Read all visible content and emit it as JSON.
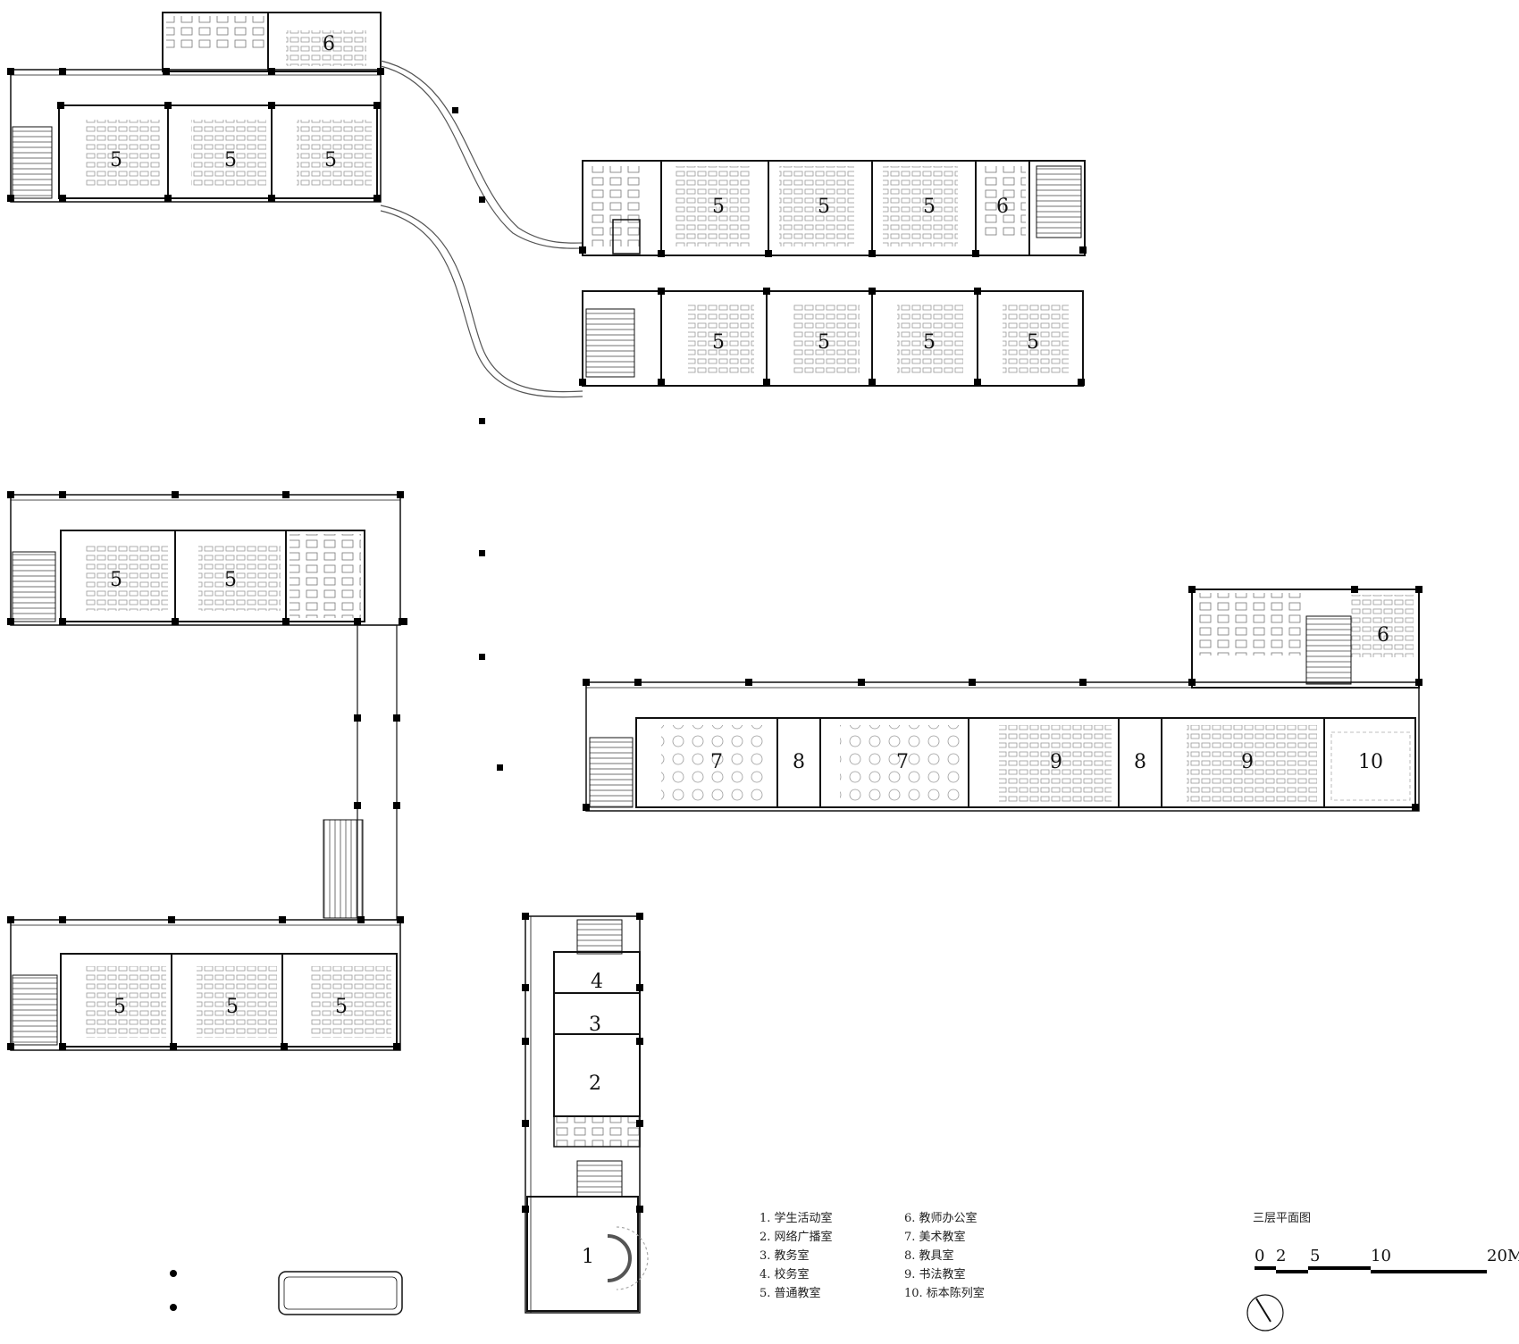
{
  "title": "三层平面图",
  "legend": [
    "1. 学生活动室",
    "2. 网络广播室",
    "3. 教务室",
    "4. 校务室",
    "5. 普通教室",
    "6. 教师办公室",
    "7. 美术教室",
    "8. 教具室",
    "9. 书法教室",
    "10. 标本陈列室"
  ],
  "scale_bar": {
    "ticks": [
      "0",
      "2",
      "5",
      "10",
      "20M"
    ]
  },
  "colors": {
    "line": "#111111",
    "pillar": "#000000",
    "furniture": "#9a9a9a"
  },
  "rooms": {
    "a1": "6",
    "a2": "5",
    "a3": "5",
    "a4": "5",
    "b1": "5",
    "b2": "5",
    "b3": "5",
    "b4": "6",
    "b5": "5",
    "b6": "5",
    "b7": "5",
    "b8": "5",
    "c1": "5",
    "c2": "5",
    "d1": "5",
    "d2": "5",
    "d3": "5",
    "e1": "7",
    "e2": "8",
    "e3": "7",
    "e4": "9",
    "e5": "8",
    "e6": "9",
    "e7": "10",
    "e8": "6",
    "f1": "4",
    "f2": "3",
    "f3": "2",
    "f4": "1"
  }
}
